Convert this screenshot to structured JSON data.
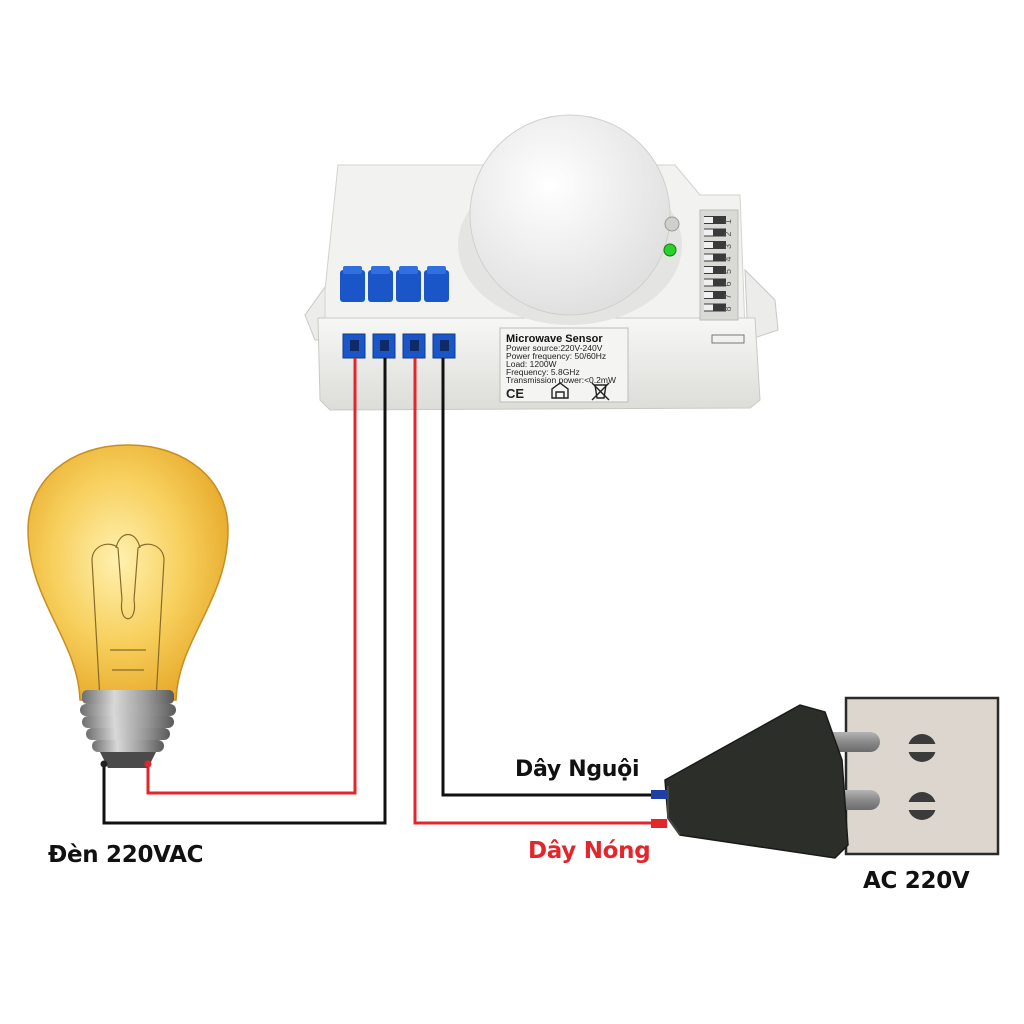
{
  "colors": {
    "live_wire": "#e3262b",
    "neutral_wire": "#111111",
    "terminal_blue": "#1a56c8",
    "bulb_glass": "#f6c54a",
    "socket_plate": "#ddd6cf",
    "plug_body": "#2c2e2a",
    "led": "#2bd12b"
  },
  "labels": {
    "lamp": "Đèn 220VAC",
    "neutral_wire": "Dây Nguội",
    "live_wire": "Dây Nóng",
    "power_source": "AC 220V"
  },
  "sensor_label": {
    "title": "Microwave Sensor",
    "lines": [
      "Power source:220V-240V",
      "Power frequency: 50/60Hz",
      "Load: 1200W",
      "Frequency: 5.8GHz",
      "Transmission power:<0.2mW"
    ],
    "marks": [
      "CE",
      "house-symbol",
      "weee-bin-symbol"
    ]
  },
  "dip_switch_numbers": [
    "1",
    "2",
    "3",
    "4",
    "5",
    "6",
    "7",
    "8"
  ],
  "icons": {
    "lamp": "light-bulb-icon",
    "sensor": "microwave-sensor-module",
    "plug": "power-plug-icon",
    "socket": "wall-socket-icon"
  }
}
